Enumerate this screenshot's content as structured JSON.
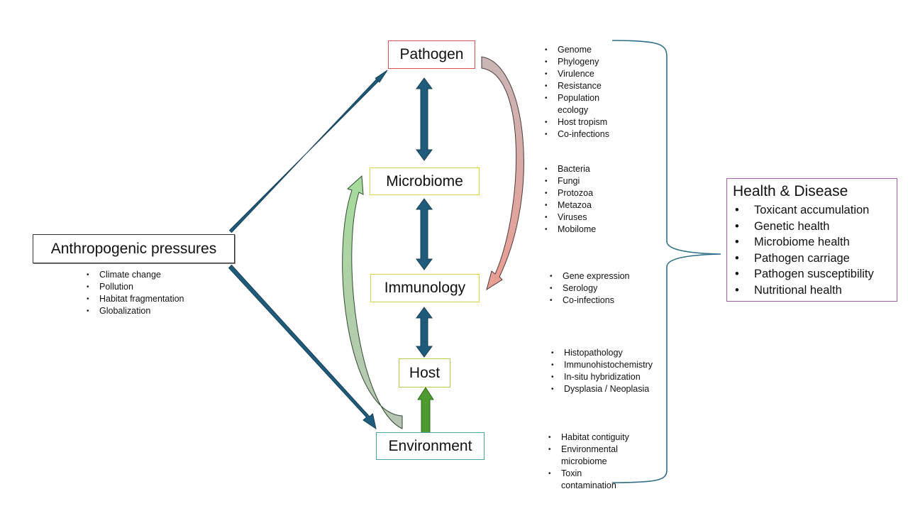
{
  "nodes": {
    "pathogen": "Pathogen",
    "microbiome": "Microbiome",
    "immunology": "Immunology",
    "host": "Host",
    "environment": "Environment",
    "anthropogenic": "Anthropogenic pressures"
  },
  "anthropogenic_factors": [
    "Climate change",
    "Pollution",
    "Habitat fragmentation",
    "Globalization"
  ],
  "pathogen_factors": [
    "Genome",
    "Phylogeny",
    "Virulence",
    "Resistance",
    "Population ecology",
    "Host tropism",
    "Co-infections"
  ],
  "microbiome_factors": [
    "Bacteria",
    "Fungi",
    "Protozoa",
    "Metazoa",
    "Viruses",
    "Mobilome"
  ],
  "immunology_factors": [
    "Gene expression",
    "Serology",
    "Co-infections"
  ],
  "host_factors": [
    "Histopathology",
    "Immunohistochemistry",
    "In-situ hybridization",
    "Dysplasia / Neoplasia"
  ],
  "environment_factors": [
    "Habitat contiguity",
    "Environmental microbiome",
    "Toxin contamination"
  ],
  "health_disease": {
    "title": "Health & Disease",
    "items": [
      "Toxicant accumulation",
      "Genetic health",
      "Microbiome health",
      "Pathogen carriage",
      "Pathogen susceptibility",
      "Nutritional health"
    ]
  },
  "colors": {
    "arrow_blue": "#1f5b7a",
    "arrow_green": "#4d9a2e",
    "pathogen_border": "#d9534f",
    "microbiome_border": "#d8d44a",
    "immunology_border": "#d8d44a",
    "host_border": "#b7c94a",
    "environment_border": "#4aa5a5",
    "health_border": "#a05ca8",
    "bracket": "#2f6f86"
  }
}
